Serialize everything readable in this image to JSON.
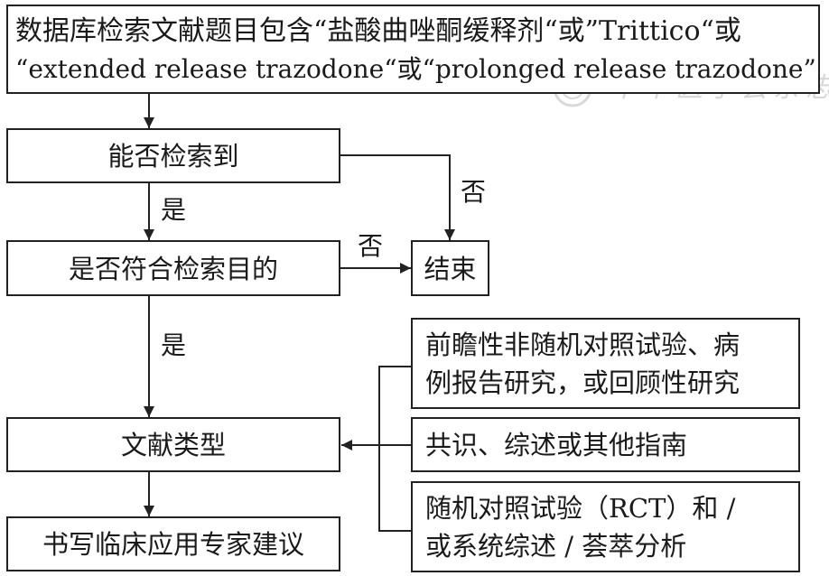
{
  "nodes": {
    "query": {
      "line1": "数据库检索文献题目包含“盐酸曲唑酮缓释剂“或”Trittico“或",
      "line2": "“extended release trazodone“或“prolonged release trazodone”"
    },
    "can_find": "能否检索到",
    "meets_goal": "是否符合检索目的",
    "end": "结束",
    "lit_type": "文献类型",
    "write_advice": "书写临床应用专家建议",
    "prospective": {
      "line1": "前瞻性非随机对照试验、病",
      "line2": "例报告研究，或回顾性研究"
    },
    "consensus": "共识、综述或其他指南",
    "rct": {
      "line1": "随机对照试验（RCT）和 /",
      "line2": "或系统综述 / 荟萃分析"
    }
  },
  "edge_labels": {
    "yes_1": "是",
    "no_1": "否",
    "no_2": "否",
    "yes_2": "是"
  },
  "watermark": "中华医学会杂志"
}
